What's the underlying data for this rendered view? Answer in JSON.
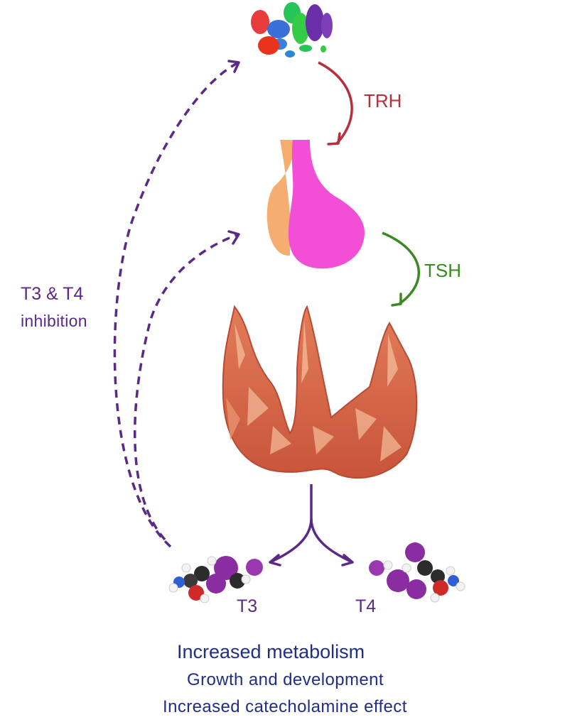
{
  "labels": {
    "trh": "TRH",
    "tsh": "TSH",
    "feedback_line1": "T3 & T4",
    "feedback_line2": "inhibition",
    "t3": "T3",
    "t4": "T4"
  },
  "effects": [
    "Increased metabolism",
    "Growth and development",
    "Increased catecholamine effect"
  ],
  "colors": {
    "trh_arrow": "#b5303c",
    "tsh_arrow": "#3a8a22",
    "feedback_arrow": "#5b2a86",
    "effects_text": "#1f2e8a",
    "pituitary_anterior": "#f34fd6",
    "pituitary_posterior": "#f6ad70",
    "thyroid": "#d86a48"
  },
  "icons": {
    "hypothalamus": "hypothalamus-illustration",
    "pituitary": "pituitary-gland-illustration",
    "thyroid": "thyroid-gland-illustration",
    "t3": "t3-molecule-model",
    "t4": "t4-molecule-model"
  }
}
